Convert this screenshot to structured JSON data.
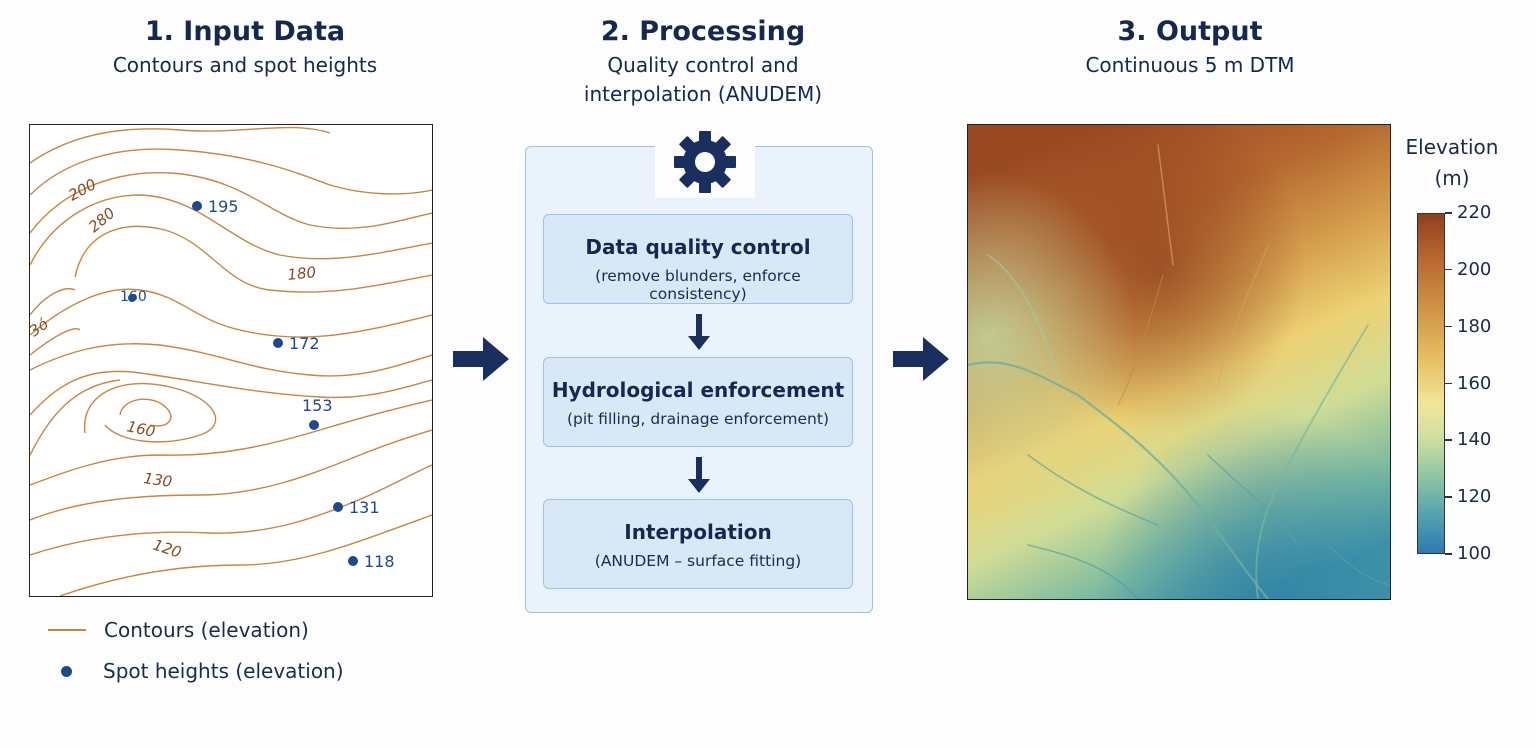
{
  "columns": {
    "input": {
      "title": "1. Input Data",
      "subtitle": "Contours and spot heights"
    },
    "processing": {
      "title": "2. Processing",
      "subtitle_line1": "Quality control and",
      "subtitle_line2": "interpolation (ANUDEM)"
    },
    "output": {
      "title": "3. Output",
      "subtitle": "Continuous 5 m DTM"
    }
  },
  "contour_labels": [
    "200",
    "280",
    "180",
    "160",
    "130",
    "120",
    "160",
    "3ó"
  ],
  "spot_heights": [
    "195",
    "160",
    "172",
    "153",
    "131",
    "118"
  ],
  "legend": {
    "contours": "Contours (elevation)",
    "spots": "Spot heights (elevation)"
  },
  "steps": [
    {
      "title": "Data quality control",
      "subtitle": "(remove blunders, enforce consistency)"
    },
    {
      "title": "Hydrological enforcement",
      "subtitle": "(pit filling, drainage enforcement)"
    },
    {
      "title": "Interpolation",
      "subtitle": "(ANUDEM – surface fitting)"
    }
  ],
  "colorbar": {
    "title_line1": "Elevation",
    "title_line2": "(m)",
    "ticks": [
      "220",
      "200",
      "180",
      "160",
      "140",
      "120",
      "100"
    ]
  },
  "colors": {
    "navy": "#15284f",
    "contour": "#c8863f",
    "spot": "#1c4a8c",
    "process_fill": "#eaf2fb",
    "step_fill": "#d9e8f6",
    "arrow": "#1b2f5e"
  },
  "icons": [
    "gear-icon",
    "right-arrow-icon",
    "down-arrow-icon"
  ]
}
